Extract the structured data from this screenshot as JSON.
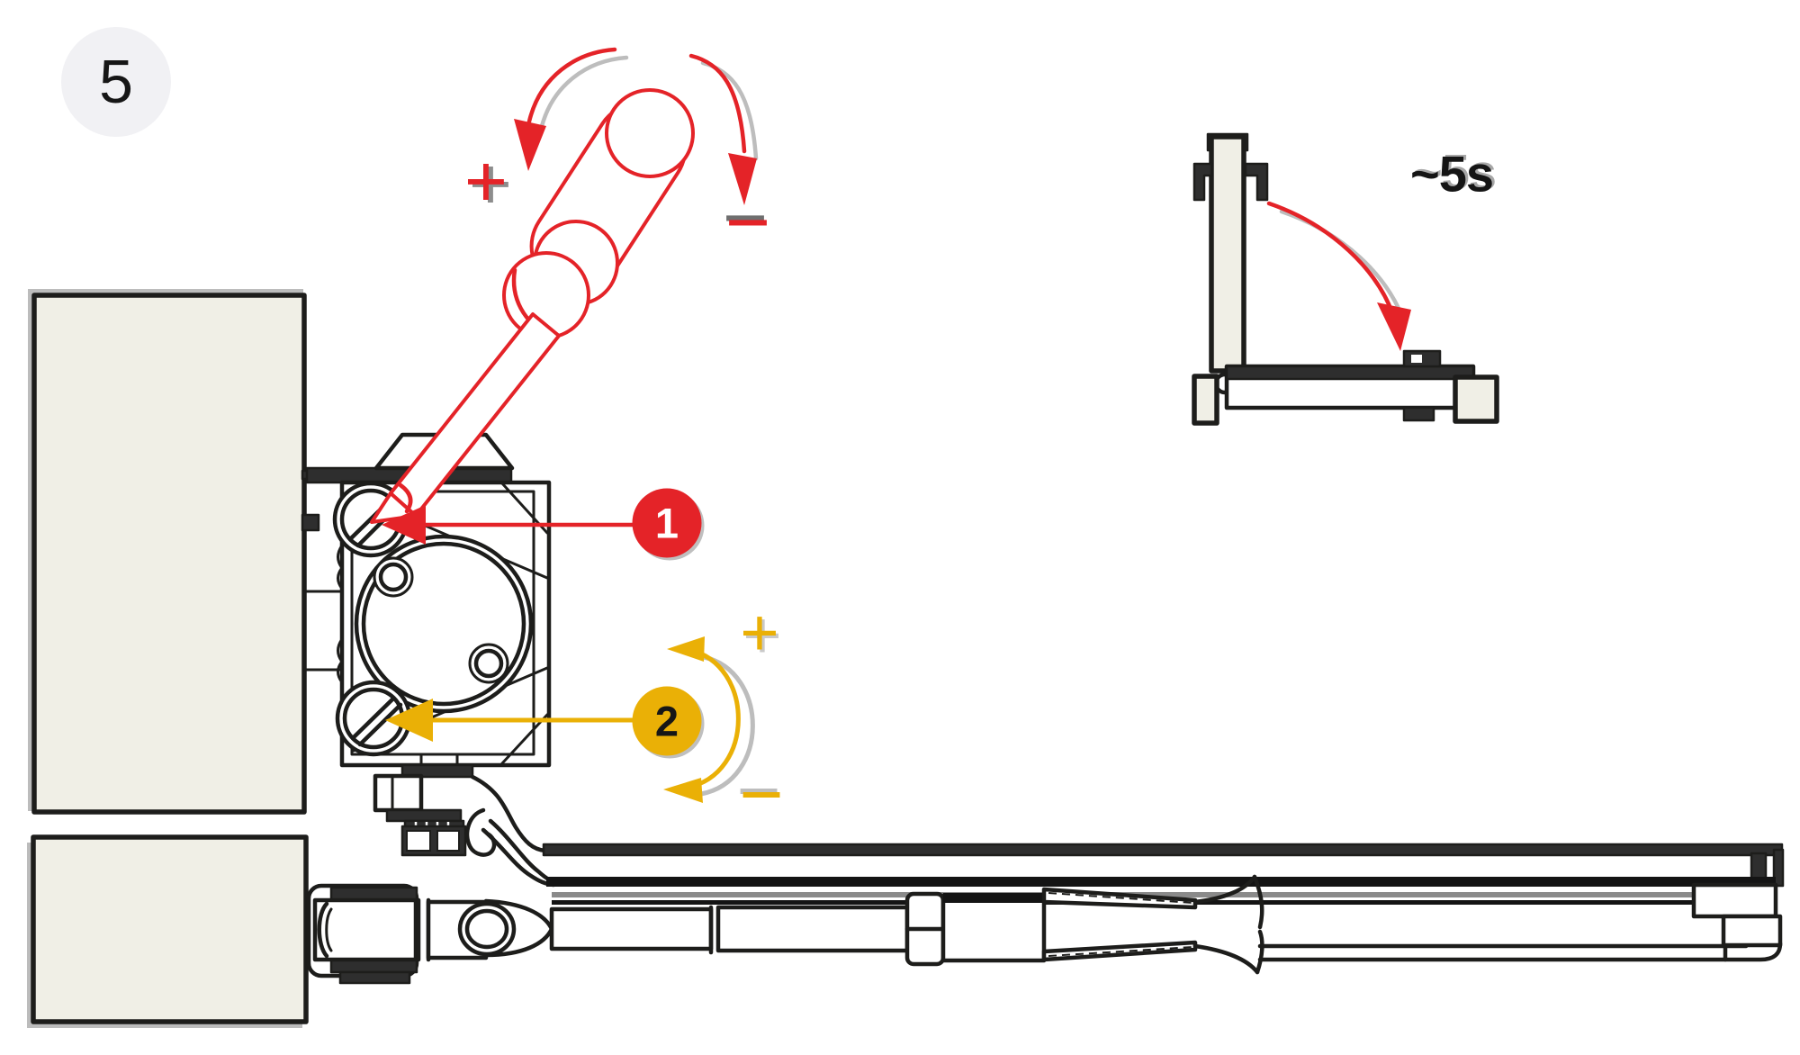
{
  "figure": {
    "step_number": "5",
    "close_time_label": "~5s"
  },
  "callouts": [
    {
      "label": "1",
      "meaning": "upper-adjustment-screw",
      "color_key": "red"
    },
    {
      "label": "2",
      "meaning": "lower-adjustment-screw",
      "color_key": "yellow"
    }
  ],
  "symbols": {
    "plus": "+",
    "minus": "−"
  },
  "colors": {
    "red": "#e42328",
    "yellow": "#eab006",
    "line": "#1d1d1b",
    "dark": "#2e2e2e",
    "panel": "#f0efe6",
    "badge": "#f1f1f4",
    "shadow": "#a6a6a6"
  }
}
